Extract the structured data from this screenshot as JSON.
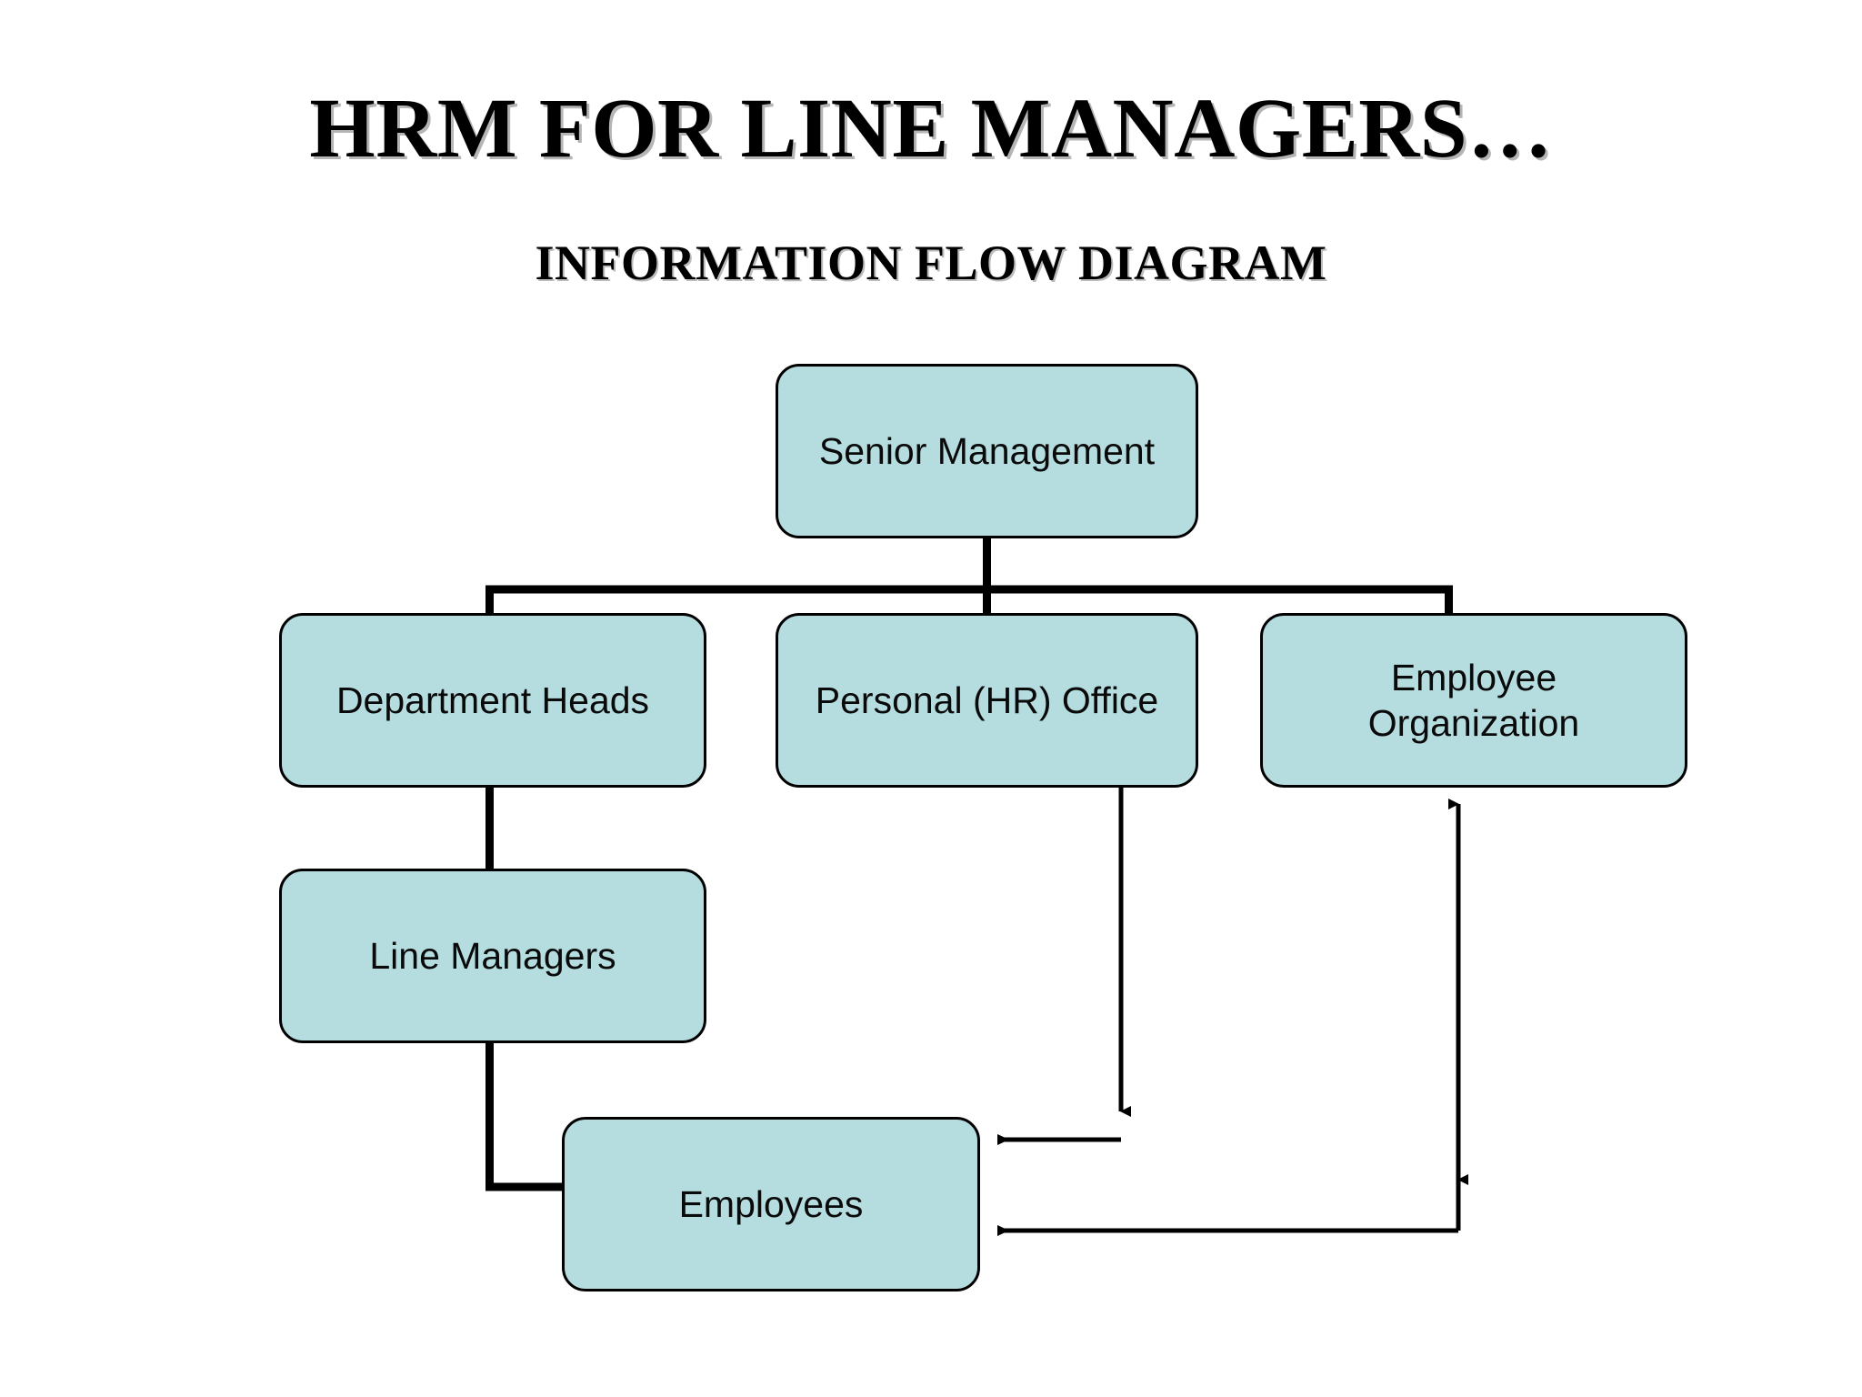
{
  "slide": {
    "title": "HRM FOR LINE MANAGERS…",
    "subtitle": "INFORMATION FLOW DIAGRAM",
    "background_color": "#ffffff",
    "node_fill_color": "#b5dde0",
    "node_border_color": "#000000",
    "connector_color": "#000000",
    "text_color": "#000000"
  },
  "diagram": {
    "type": "organizational-information-flow",
    "nodes": [
      {
        "id": "senior-management",
        "label": "Senior Management",
        "level": 1
      },
      {
        "id": "department-heads",
        "label": "Department Heads",
        "level": 2
      },
      {
        "id": "hr-office",
        "label": "Personal (HR) Office",
        "level": 2
      },
      {
        "id": "employee-organization",
        "label_line1": "Employee",
        "label_line2": "Organization",
        "label": "Employee Organization",
        "level": 2
      },
      {
        "id": "line-managers",
        "label": "Line Managers",
        "level": 3
      },
      {
        "id": "employees",
        "label": "Employees",
        "level": 4
      }
    ],
    "connections": [
      {
        "from": "senior-management",
        "to": "department-heads",
        "style": "tree-branch",
        "arrow": "none"
      },
      {
        "from": "senior-management",
        "to": "hr-office",
        "style": "tree-branch",
        "arrow": "none"
      },
      {
        "from": "senior-management",
        "to": "employee-organization",
        "style": "tree-branch",
        "arrow": "none"
      },
      {
        "from": "department-heads",
        "to": "line-managers",
        "style": "straight",
        "arrow": "none"
      },
      {
        "from": "line-managers",
        "to": "employees",
        "style": "elbow-left",
        "arrow": "none"
      },
      {
        "from": "hr-office",
        "to": "employees",
        "style": "elbow-down-left",
        "arrow": "both-ends"
      },
      {
        "from": "employee-organization",
        "to": "employees",
        "style": "elbow-down-left",
        "arrow": "double-headed"
      }
    ]
  }
}
